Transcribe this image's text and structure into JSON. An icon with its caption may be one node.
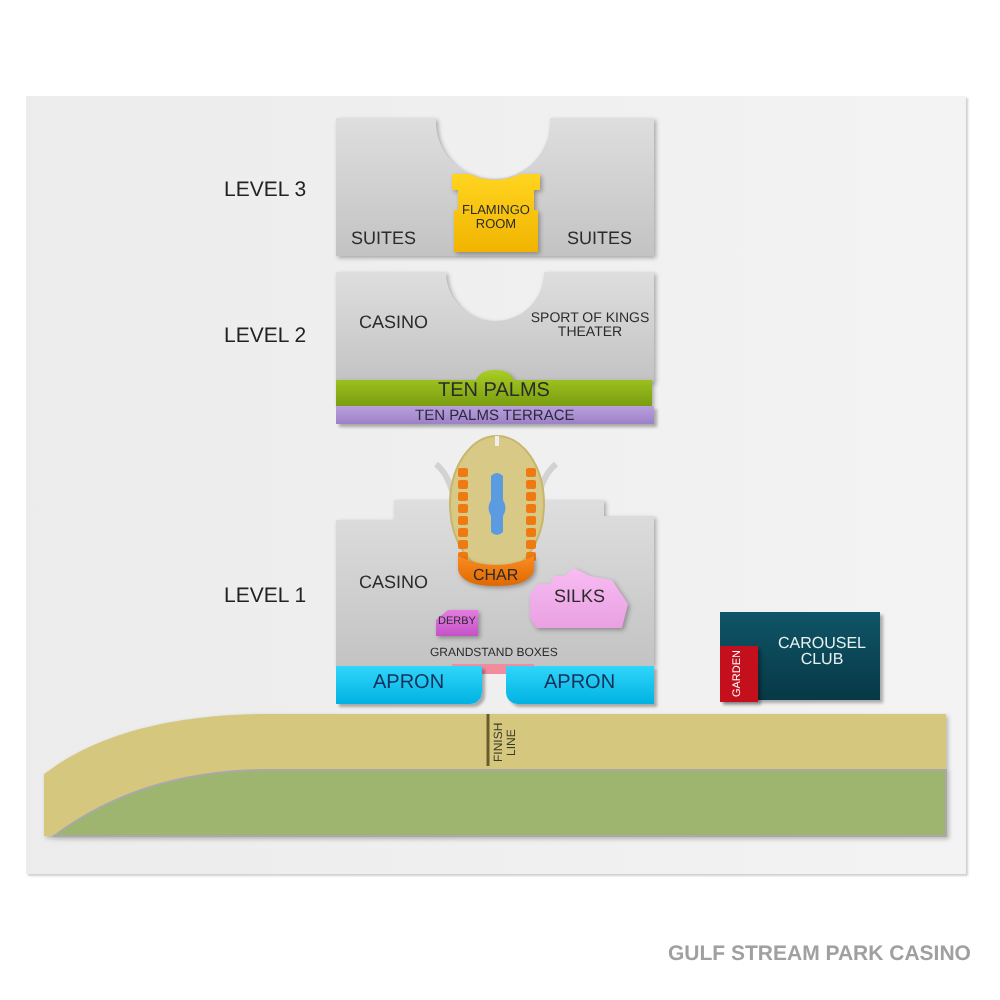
{
  "diagram": {
    "caption": "GULF STREAM PARK CASINO",
    "nodes": [
      {
        "text": [
          "SUITES",
          "SUITES"
        ],
        "beside": [
          "LEVEL 3"
        ]
      },
      {
        "text": [
          "FLAMINGO ROOM"
        ],
        "in": 0
      },
      {
        "text": [
          "CASINO",
          "SPORT OF KINGS THEATER"
        ],
        "beside": [
          "LEVEL 2"
        ]
      },
      {
        "text": [
          "TEN PALMS"
        ]
      },
      {
        "text": [
          "TEN PALMS TERRACE"
        ]
      },
      {
        "text": [
          "CASINO"
        ],
        "beside": [
          "LEVEL 1"
        ]
      },
      {
        "text": [
          "CHAR"
        ],
        "in": 5
      },
      {
        "text": [
          "SILKS"
        ],
        "in": 5
      },
      {
        "text": [
          "DERBY"
        ],
        "in": 5
      },
      {
        "text": [
          "GRANDSTAND BOXES"
        ],
        "in": 5
      },
      {
        "text": [
          "APRON"
        ]
      },
      {
        "text": [
          "APRON"
        ]
      },
      {
        "text": [
          "CAROUSEL CLUB"
        ]
      },
      {
        "text": [
          "GARDEN"
        ],
        "in": 12
      }
    ],
    "labels": [
      "FINISH LINE"
    ]
  }
}
